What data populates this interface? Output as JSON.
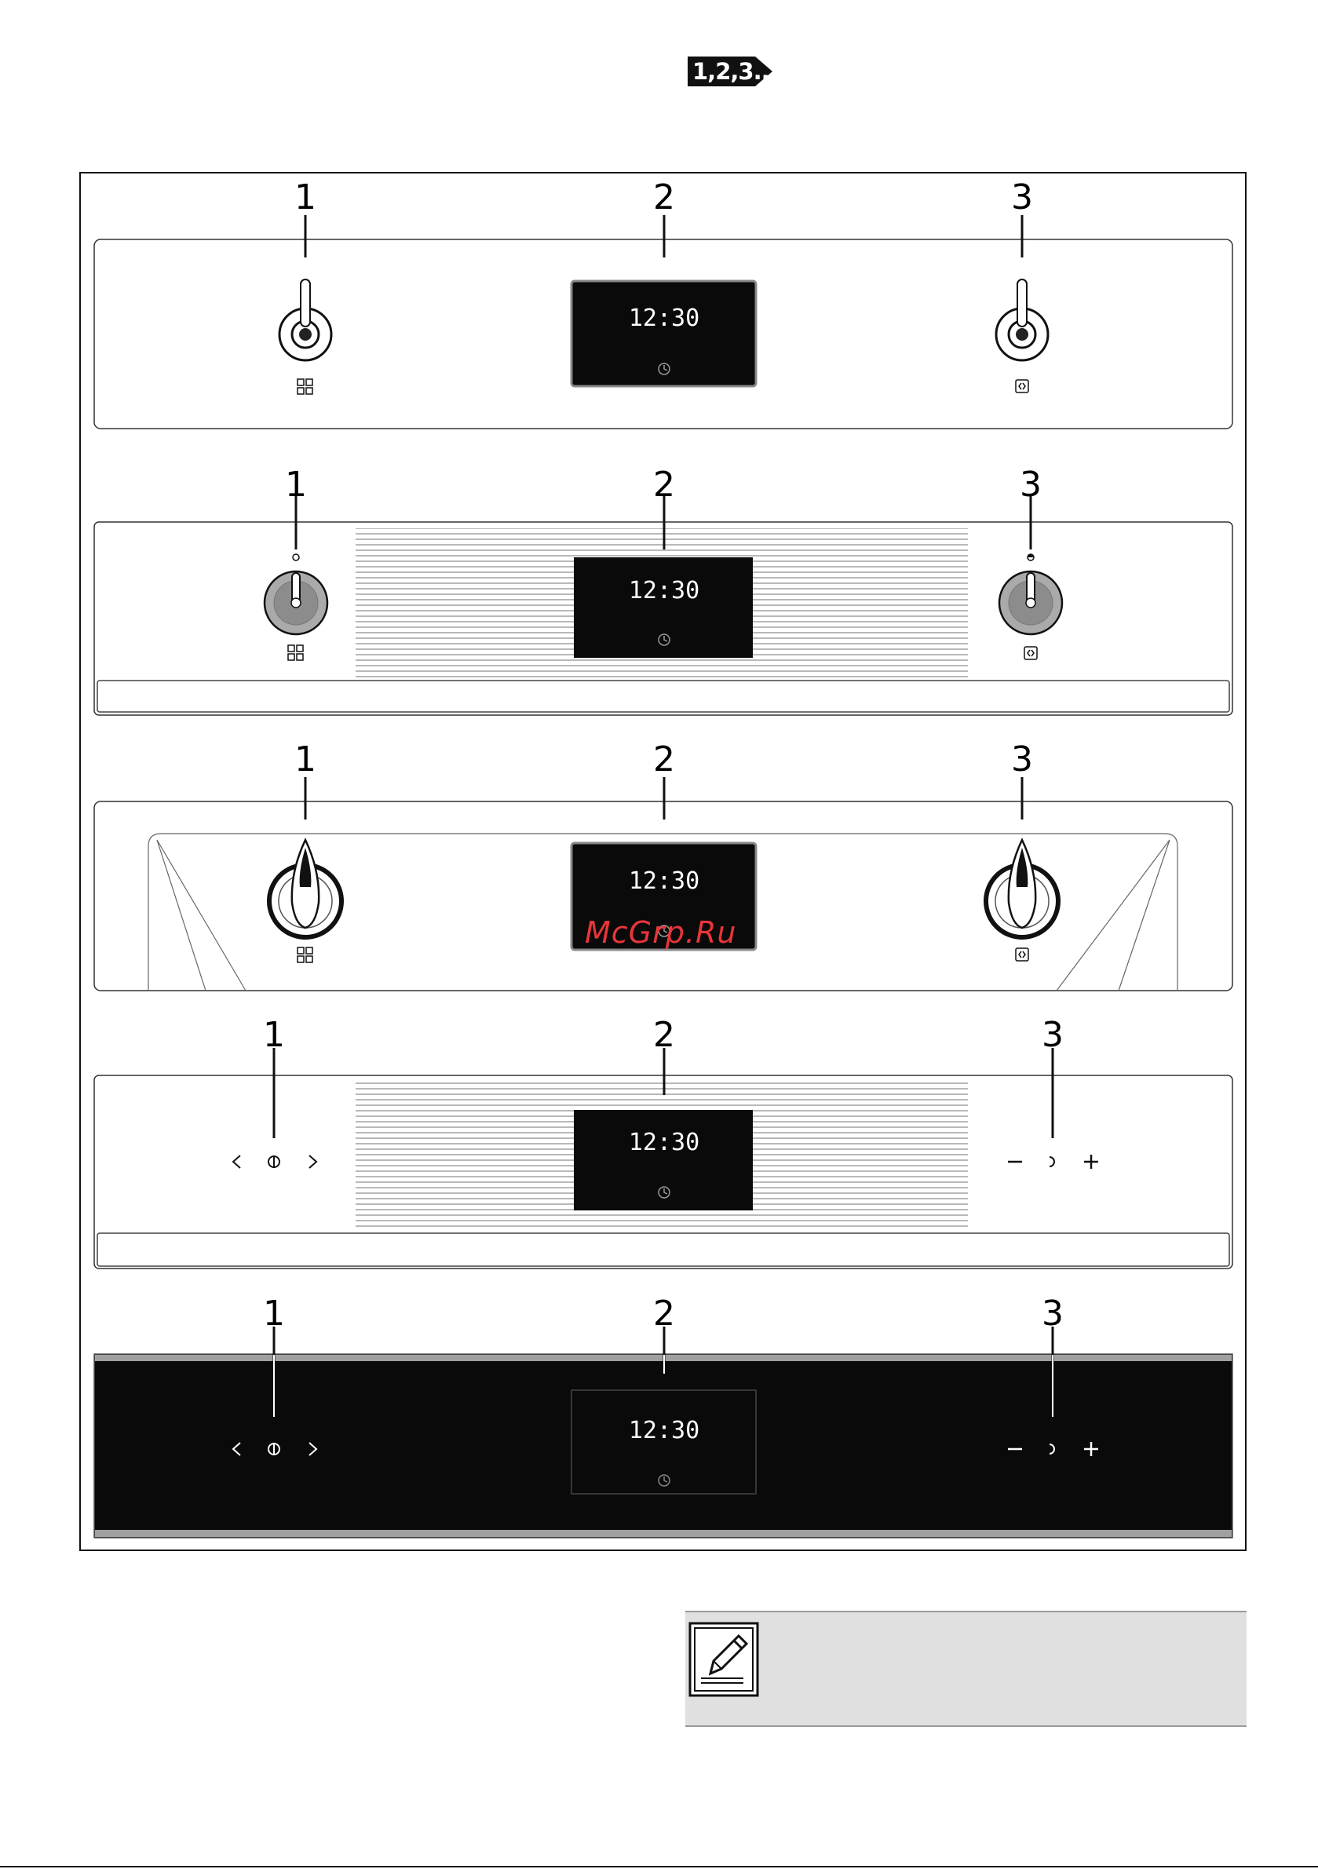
{
  "tag": {
    "label": "1,2,3..."
  },
  "panels": [
    {
      "callouts": [
        "1",
        "2",
        "3"
      ],
      "display": {
        "time": "12:30"
      }
    },
    {
      "callouts": [
        "1",
        "2",
        "3"
      ],
      "display": {
        "time": "12:30"
      }
    },
    {
      "callouts": [
        "1",
        "2",
        "3"
      ],
      "display": {
        "time": "12:30"
      }
    },
    {
      "callouts": [
        "1",
        "2",
        "3"
      ],
      "display": {
        "time": "12:30"
      }
    },
    {
      "callouts": [
        "1",
        "2",
        "3"
      ],
      "display": {
        "time": "12:30"
      }
    }
  ],
  "watermark": "McGrp.Ru",
  "icons": {
    "function": "grid-icon",
    "temperature": "thermostat-icon",
    "clock": "clock-icon",
    "note": "pencil-note-icon"
  },
  "colors": {
    "display_bg": "#0a0a0a",
    "display_text": "#ffffff",
    "watermark": "#e8353a",
    "note_bg": "#e0e0e0"
  }
}
